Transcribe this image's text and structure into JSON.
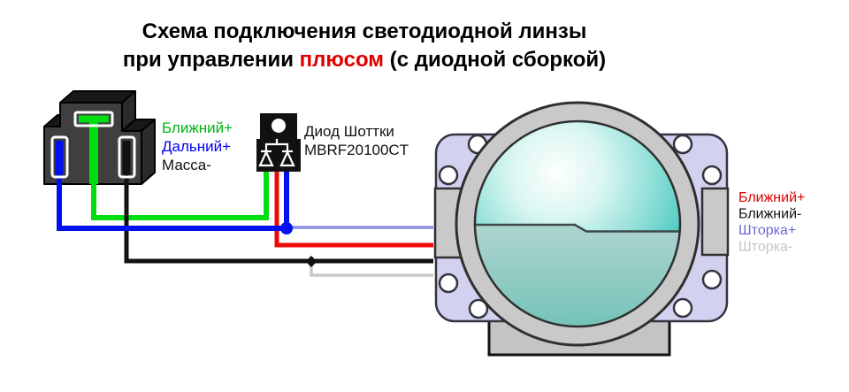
{
  "title": {
    "line1": "Схема подключения светодиодной линзы",
    "line2_prefix": "при управлении ",
    "line2_highlight": "плюсом",
    "line2_suffix": " (с диодной сборкой)",
    "highlight_color": "#e00000",
    "text_color": "#000000"
  },
  "connector": {
    "labels": [
      {
        "text": "Ближний+",
        "color": "#00b312"
      },
      {
        "text": "Дальний+",
        "color": "#0000ee"
      },
      {
        "text": "Масса-",
        "color": "#111111"
      }
    ]
  },
  "diode": {
    "name": "Диод Шоттки",
    "part_number": "MBRF20100CT",
    "label_color": "#111111"
  },
  "lens": {
    "labels": [
      {
        "text": "Ближний+",
        "color": "#e00000"
      },
      {
        "text": "Ближний-",
        "color": "#111111"
      },
      {
        "text": "Шторка+",
        "color": "#6b6bd6"
      },
      {
        "text": "Шторка-",
        "color": "#c6c6c6"
      }
    ]
  },
  "colors": {
    "wire_green": "#00dd11",
    "wire_blue": "#0010ee",
    "wire_black": "#111111",
    "wire_red": "#ee0808",
    "wire_violet": "#8f8fe0",
    "wire_gray": "#c9c9c9",
    "connector_front": "#3f3f3f",
    "connector_top": "#181818",
    "connector_side": "#2b2b2b",
    "plate_lavender": "#d2d2f0",
    "bezel_gray": "#c9c9c9",
    "base_gray": "#c4c4c4",
    "lens_teal_edge": "#2fbdb9",
    "lens_lower": "#a9d0cb"
  }
}
